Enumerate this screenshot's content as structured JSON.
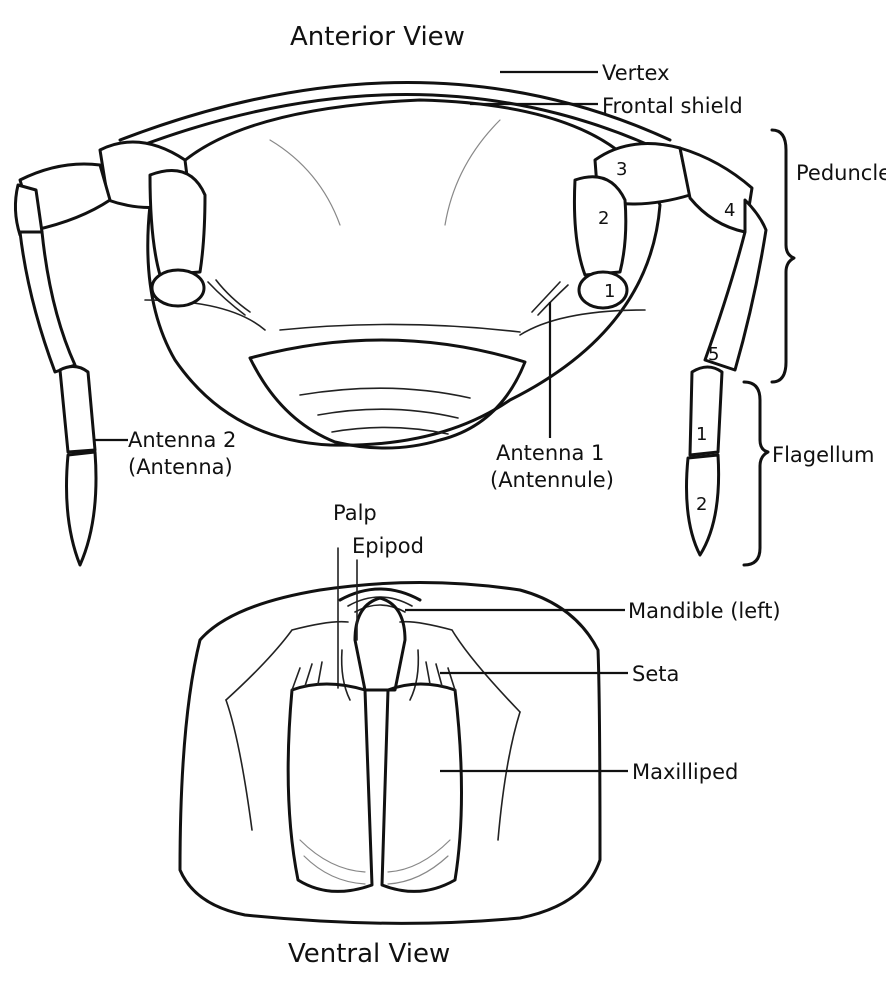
{
  "titles": {
    "anterior": "Anterior View",
    "ventral": "Ventral View"
  },
  "labels": {
    "vertex": "Vertex",
    "frontal_shield": "Frontal shield",
    "peduncle": "Peduncle",
    "flagellum": "Flagellum",
    "antenna2_line1": "Antenna 2",
    "antenna2_line2": "(Antenna)",
    "antenna1_line1": "Antenna 1",
    "antenna1_line2": "(Antennule)",
    "palp": "Palp",
    "epipod": "Epipod",
    "mandible": "Mandible (left)",
    "seta": "Seta",
    "maxilliped": "Maxilliped"
  },
  "segment_numbers": {
    "seg1": "1",
    "seg2": "2",
    "seg3": "3",
    "seg4": "4",
    "seg5": "5",
    "flag1": "1",
    "flag2": "2"
  }
}
